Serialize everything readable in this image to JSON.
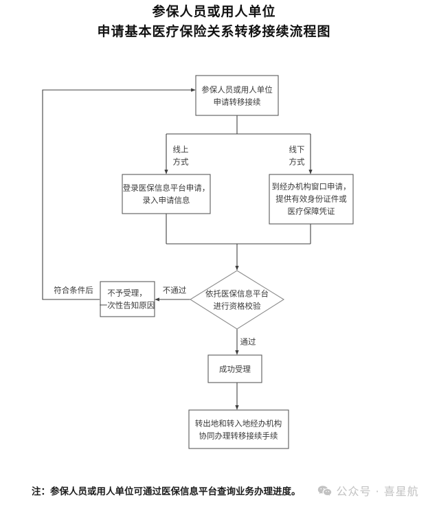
{
  "title": {
    "line1": "参保人员或用人单位",
    "line2": "申请基本医疗保险关系转移接续流程图"
  },
  "colors": {
    "background": "#ffffff",
    "node_border": "#595959",
    "diamond_border": "#8a8a8a",
    "edge": "#3f3f3f",
    "text": "#3a3a3a",
    "title_text": "#111111",
    "watermark": "#c2c2c2"
  },
  "flowchart": {
    "type": "flowchart",
    "nodes": [
      {
        "id": "start",
        "shape": "rect",
        "lines": [
          "参保人员或用人单位",
          "申请转移接续"
        ]
      },
      {
        "id": "online",
        "shape": "rect",
        "lines": [
          "登录医保信息平台申请，",
          "录入申请信息"
        ]
      },
      {
        "id": "offline",
        "shape": "rect",
        "lines": [
          "到经办机构窗口申请，",
          "提供有效身份证件或",
          "医疗保障凭证"
        ]
      },
      {
        "id": "verify",
        "shape": "diamond",
        "lines": [
          "依托医保信息平台",
          "进行资格校验"
        ]
      },
      {
        "id": "reject",
        "shape": "rect",
        "lines": [
          "不予受理，",
          "一次性告知原因"
        ]
      },
      {
        "id": "accept",
        "shape": "rect",
        "lines": [
          "成功受理"
        ]
      },
      {
        "id": "finish",
        "shape": "rect",
        "lines": [
          "转出地和转入地经办机构",
          "协同办理转移接续手续"
        ]
      }
    ],
    "edge_labels": [
      {
        "id": "online-branch",
        "lines": [
          "线上",
          "方式"
        ]
      },
      {
        "id": "offline-branch",
        "lines": [
          "线下",
          "方式"
        ]
      },
      {
        "id": "fail",
        "lines": [
          "不通过"
        ]
      },
      {
        "id": "pass",
        "lines": [
          "通过"
        ]
      },
      {
        "id": "requalify",
        "lines": [
          "符合条件后"
        ]
      }
    ]
  },
  "footer": {
    "note": "注：参保人员或用人单位可通过医保信息平台查询业务办理进度。",
    "watermark_icon": "wechat-icon",
    "watermark_text": "公众号 · 喜星航"
  }
}
